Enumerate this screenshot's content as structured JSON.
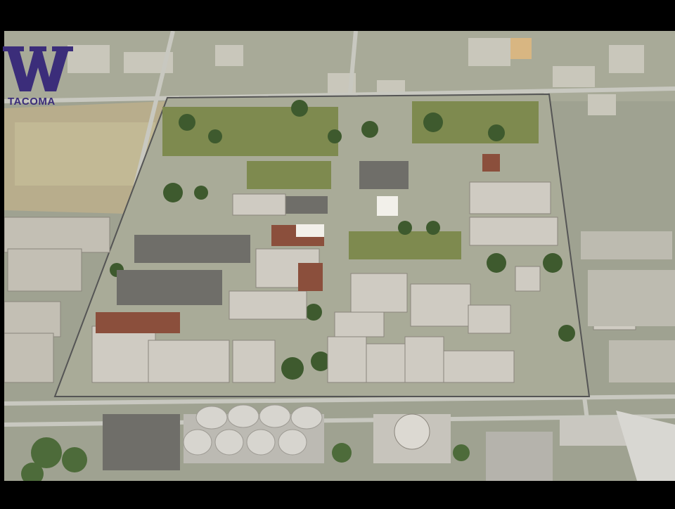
{
  "logo": {
    "letter": "W",
    "text": "TACOMA",
    "color": "#3b2d7a"
  },
  "photo": {
    "subject": "aerial-campus-view"
  }
}
